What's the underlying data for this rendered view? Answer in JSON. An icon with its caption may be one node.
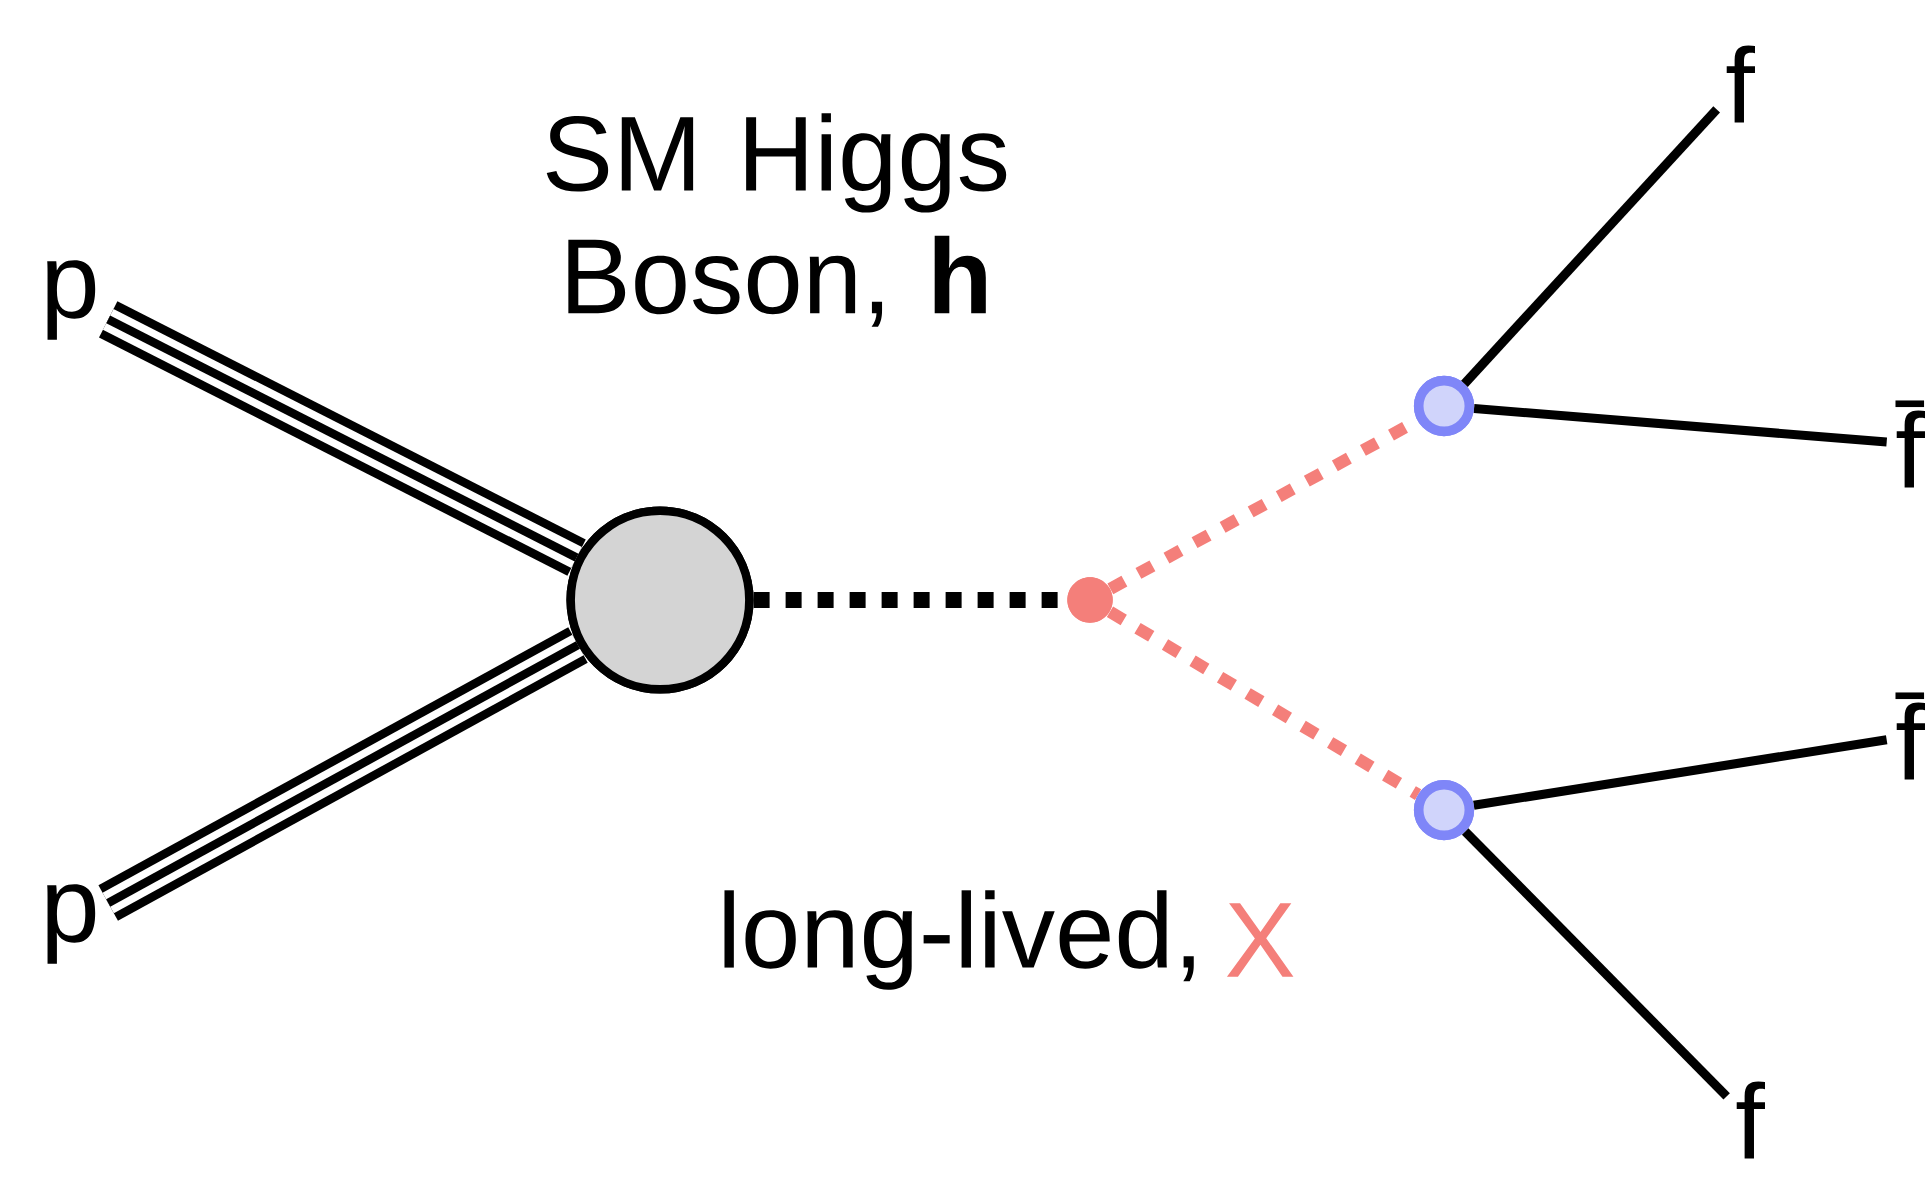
{
  "diagram": {
    "nodes": [
      {
        "text": [
          "p"
        ]
      },
      {
        "text": [
          "p"
        ]
      },
      {
        "text": [],
        "shape": "circle"
      },
      {
        "text": [],
        "shape": "circle"
      },
      {
        "text": [],
        "shape": "circle"
      },
      {
        "text": [],
        "shape": "circle"
      },
      {
        "text": [
          "f"
        ]
      },
      {
        "text": [
          "f̄"
        ]
      },
      {
        "text": [
          "f̄"
        ]
      },
      {
        "text": [
          "f"
        ]
      }
    ],
    "edges": [
      {
        "from": 0,
        "to": 2,
        "arrow": "none",
        "style": "thick"
      },
      {
        "from": 1,
        "to": 2,
        "arrow": "none",
        "style": "thick"
      },
      {
        "from": 2,
        "to": 3,
        "arrow": "none",
        "style": "dashed"
      },
      {
        "from": 3,
        "to": 4,
        "arrow": "none",
        "style": "dashed",
        "color": "#f47f7a"
      },
      {
        "from": 3,
        "to": 5,
        "arrow": "none",
        "style": "dashed",
        "color": "#f47f7a"
      },
      {
        "from": 4,
        "to": 6,
        "arrow": "none"
      },
      {
        "from": 4,
        "to": 7,
        "arrow": "none"
      },
      {
        "from": 5,
        "to": 8,
        "arrow": "none"
      },
      {
        "from": 5,
        "to": 9,
        "arrow": "none"
      }
    ],
    "labels": [
      "SM Higgs Boson, **h**",
      "long-lived,",
      "X"
    ]
  }
}
